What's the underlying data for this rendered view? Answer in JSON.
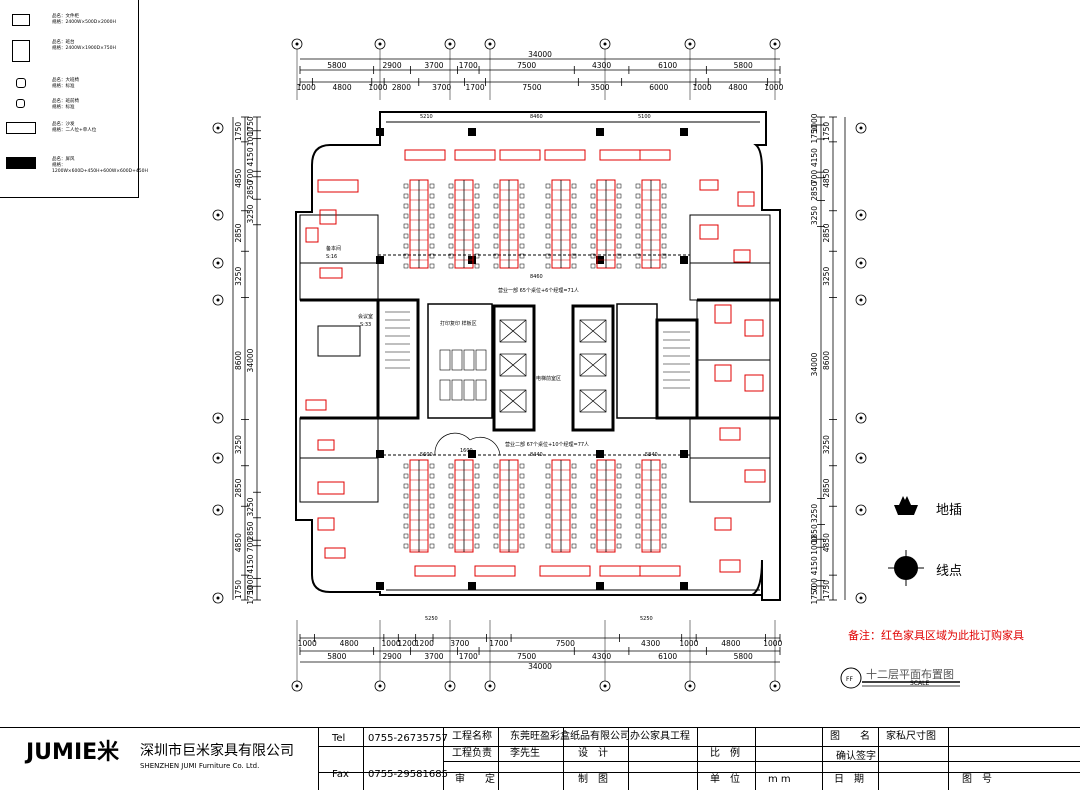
{
  "legend": {
    "items": [
      {
        "name": "品名：文件柜",
        "spec": "规格：2400W×500D×2000H"
      },
      {
        "name": "品名：班台",
        "spec": "规格：2400W×1900D×750H"
      },
      {
        "name": "品名：大班椅",
        "spec": "规格：标准"
      },
      {
        "name": "品名：班前椅",
        "spec": "规格：标准"
      },
      {
        "name": "品名：沙发",
        "spec": "规格：二人位+单人位"
      },
      {
        "name": "品名：屏风",
        "spec": "规格：1200W×600D+450H+600W×600D+450H"
      }
    ]
  },
  "dimensions": {
    "top_outer": [
      "5800",
      "2900",
      "3700",
      "1700",
      "7500",
      "4300",
      "6100",
      "5800"
    ],
    "top_inner": [
      "1000",
      "4800",
      "1000",
      "2800",
      "3700",
      "1700",
      "7500",
      "3500",
      "6000",
      "1000",
      "4800",
      "1000"
    ],
    "total": "34000",
    "bottom_inner": [
      "1000",
      "4800",
      "1000",
      "1200",
      "1200",
      "3700",
      "1700",
      "7500",
      "4300",
      "1000",
      "4800",
      "1000"
    ],
    "bottom_outer": [
      "5800",
      "2900",
      "3700",
      "1700",
      "7500",
      "4300",
      "6100",
      "5800"
    ],
    "left_outer": [
      "1750",
      "4850",
      "2850",
      "3250",
      "8600",
      "3250",
      "2850",
      "4850",
      "1750"
    ],
    "left_inner": [
      "1750",
      "1000",
      "4150",
      "700",
      "2850",
      "3250",
      "34000",
      "3250",
      "2850",
      "700",
      "4150",
      "1000",
      "1750"
    ],
    "right_outer": [
      "1750",
      "4850",
      "2850",
      "3250",
      "8600",
      "3250",
      "2850",
      "4850",
      "1750"
    ],
    "right_inner": [
      "1000",
      "1750",
      "4150",
      "700",
      "2850",
      "3250",
      "34000",
      "3250",
      "1850",
      "1000",
      "4150",
      "700",
      "1750"
    ]
  },
  "plan_labels": {
    "dept1": "营业一部  65个桌位+6个经理=71人",
    "dept2": "营业二部  67个桌位+10个经理=77人",
    "file_room": "备本间",
    "file_room_area": "S:16",
    "meeting_room": "会议室",
    "meeting_room_area": "S:33",
    "elevator_hall": "电梯前室区",
    "print_area": "打印复印 样板区",
    "top_dims": [
      "5210",
      "8460",
      "5100"
    ],
    "mid_dims": [
      "8460"
    ],
    "bottom_dims": [
      "5600",
      "1600",
      "8440",
      "5840"
    ],
    "bottom_row_dims": [
      "5250",
      "5250"
    ]
  },
  "key": {
    "floor_socket": "地插",
    "line_point": "线点"
  },
  "note": "备注：红色家具区域为此批订购家具",
  "plan_title": "十二层平面布置图",
  "scale_label": "SCALE",
  "titleblock": {
    "logo": "JUMIE米",
    "company_cn": "深圳市巨米家具有限公司",
    "company_en": "SHENZHEN JUMI Furniture Co. Ltd.",
    "tel_label": "Tel",
    "tel": "0755-26735757",
    "fax_label": "Fax",
    "fax": "0755-29581685",
    "project_name_label": "工程名称",
    "project_name": "东莞旺盈彩盒纸品有限公司办公家具工程",
    "project_lead_label": "工程负责",
    "project_lead": "李先生",
    "design_label": "设　计",
    "review_label": "审　　定",
    "draw_label": "制　图",
    "ratio_label": "比　例",
    "unit_label": "单　位",
    "unit": "m m",
    "drawing_name_label": "图　　名",
    "drawing_name": "家私尺寸图",
    "confirm_label": "确认签字",
    "date_label": "日　期",
    "drawing_no_label": "图　号"
  },
  "colors": {
    "furniture_red": "#e00000",
    "line": "#000000",
    "note_red": "#e00000"
  }
}
